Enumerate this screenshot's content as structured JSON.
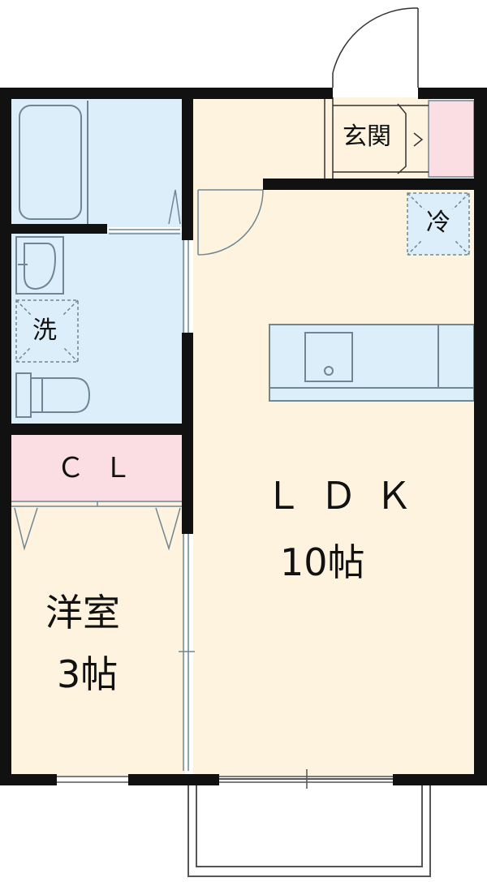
{
  "colors": {
    "wall": "#111111",
    "floor": "#fdf3df",
    "wet_area": "#dbeefa",
    "closet": "#fbdde4",
    "fixture_stroke": "#6f8793",
    "balcony": "#ffffff"
  },
  "rooms": {
    "ldk": {
      "name": "ＬＤＫ",
      "size": "10帖"
    },
    "western": {
      "name": "洋室",
      "size": "3帖"
    },
    "closet": {
      "name": "ＣＬ"
    },
    "entrance": {
      "name": "玄関"
    }
  },
  "fixtures": {
    "fridge_label": "冷",
    "washer_label": "洗",
    "items": [
      "bathtub",
      "washbasin",
      "toilet",
      "kitchen-counter",
      "sink",
      "refrigerator-space",
      "washing-machine-space"
    ]
  }
}
